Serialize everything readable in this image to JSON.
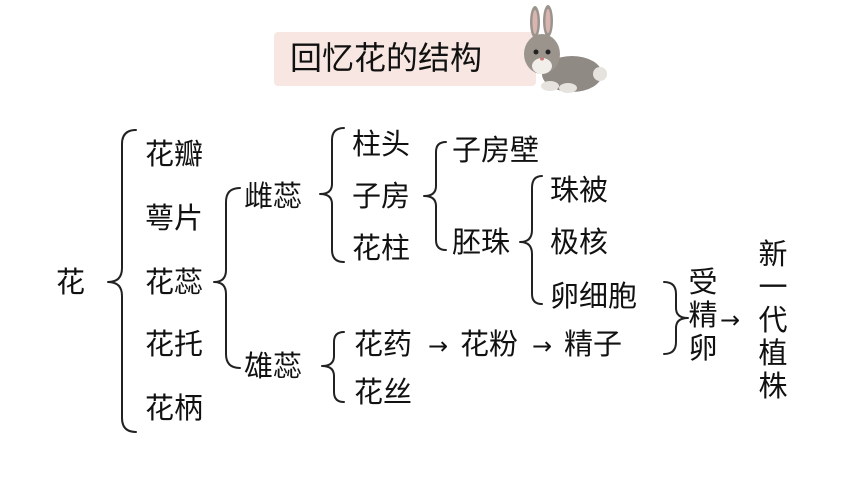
{
  "title": "回忆花的结构",
  "root": "花",
  "level1": [
    "花瓣",
    "萼片",
    "花蕊",
    "花托",
    "花柄"
  ],
  "stamen_group": {
    "pistil": "雌蕊",
    "stamen": "雄蕊"
  },
  "pistil_parts": [
    "柱头",
    "子房",
    "花柱"
  ],
  "ovary_parts": [
    "子房壁",
    "胚珠"
  ],
  "ovule_parts": [
    "珠被",
    "极核",
    "卵细胞"
  ],
  "stamen_parts": [
    "花药",
    "花丝"
  ],
  "pollen": "花粉",
  "sperm": "精子",
  "fertilized_egg": "受精卵",
  "new_plant": "新一代植株",
  "arrow": "→",
  "icons": {
    "mascot": "rabbit-icon"
  }
}
